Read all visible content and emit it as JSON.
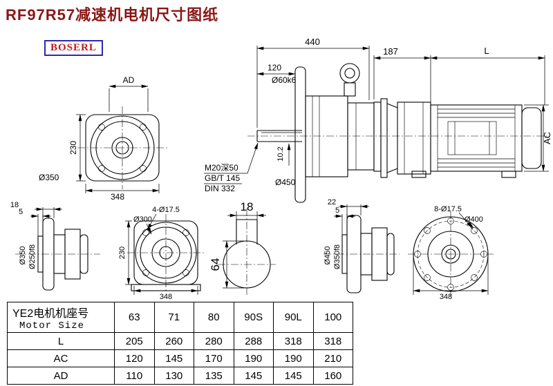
{
  "title": "RF97R57减速机电机尺寸图纸",
  "logo": "BOSERL",
  "views": {
    "flange_top": {
      "dim_ad": "AD",
      "dim_230": "230",
      "label_d350": "Ø350",
      "dim_348": "348"
    },
    "main": {
      "dim_440": "440",
      "dim_120": "120",
      "label_shaft": "Ø60k6",
      "dim_187": "187",
      "dim_l": "L",
      "dim_ac": "AC",
      "note_tap": "M20深50",
      "note_gb": "GB/T 145",
      "note_din": "DIN 332",
      "label_d450": "Ø450",
      "dim_key": "10.2"
    },
    "side_left": {
      "dim_18": "18",
      "dim_5": "5",
      "label_d350": "Ø350",
      "label_d250": "Ø250f8"
    },
    "flange_bottom": {
      "label_holes": "4-Ø17.5",
      "label_d300": "Ø300",
      "dim_230": "230",
      "dim_348": "348"
    },
    "shaft_section": {
      "dim_18": "18",
      "dim_64": "64"
    },
    "side_right": {
      "dim_22": "22",
      "dim_5": "5",
      "label_d450": "Ø450",
      "label_d350": "Ø350f8"
    },
    "motor_flange": {
      "label_holes": "8-Ø17.5",
      "label_d400": "Ø400",
      "dim_348": "348"
    }
  },
  "table": {
    "header_cn": "YE2电机机座号",
    "header_en": "Motor Size",
    "sizes": [
      "63",
      "71",
      "80",
      "90S",
      "90L",
      "100"
    ],
    "rows": [
      {
        "label": "L",
        "values": [
          "205",
          "260",
          "280",
          "288",
          "318",
          "318"
        ]
      },
      {
        "label": "AC",
        "values": [
          "120",
          "145",
          "170",
          "190",
          "190",
          "210"
        ]
      },
      {
        "label": "AD",
        "values": [
          "110",
          "130",
          "135",
          "145",
          "145",
          "160"
        ]
      }
    ]
  }
}
